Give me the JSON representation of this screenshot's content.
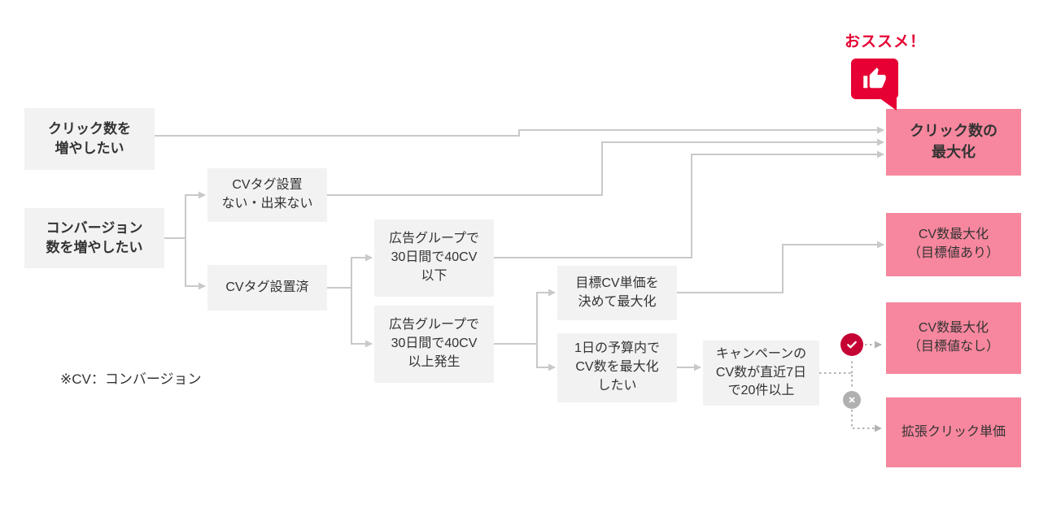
{
  "recommend_badge": {
    "label": "おススメ！",
    "icon": "thumbs-up-icon"
  },
  "footnote": "※CV：コンバージョン",
  "colors": {
    "pink_box": "#f7879e",
    "gray_box": "#f2f2f2",
    "accent_red": "#e60033",
    "check_circle": "#c40233",
    "cross_circle": "#b0b0b0",
    "connector": "#c9c9c9",
    "connector_dotted": "#b3b3b3",
    "text": "#333333"
  },
  "nodes": {
    "want_clicks": "クリック数を\n増やしたい",
    "want_conversions": "コンバージョン\n数を増やしたい",
    "no_cv_tag": "CVタグ設置\nない・出来ない",
    "cv_tag_installed": "CVタグ設置済",
    "adgroup_40cv_or_less": "広告グループで\n30日間で40CV\n以下",
    "adgroup_40cv_or_more": "広告グループで\n30日間で40CV\n以上発生",
    "set_target_cpa": "目標CV単価を\n決めて最大化",
    "maximize_cv_within_budget": "1日の予算内で\nCV数を最大化\nしたい",
    "campaign_20cv_last_7days": "キャンペーンの\nCV数が直近7日\nで20件以上",
    "maximize_clicks": "クリック数の\n最大化",
    "maximize_cv_with_target": "CV数最大化\n（目標値あり）",
    "maximize_cv_without_target": "CV数最大化\n（目標値なし）",
    "enhanced_cpc": "拡張クリック単価"
  },
  "icons": {
    "check": "check-icon",
    "cross": "cross-icon",
    "thumbs_up": "thumbs-up-icon"
  }
}
